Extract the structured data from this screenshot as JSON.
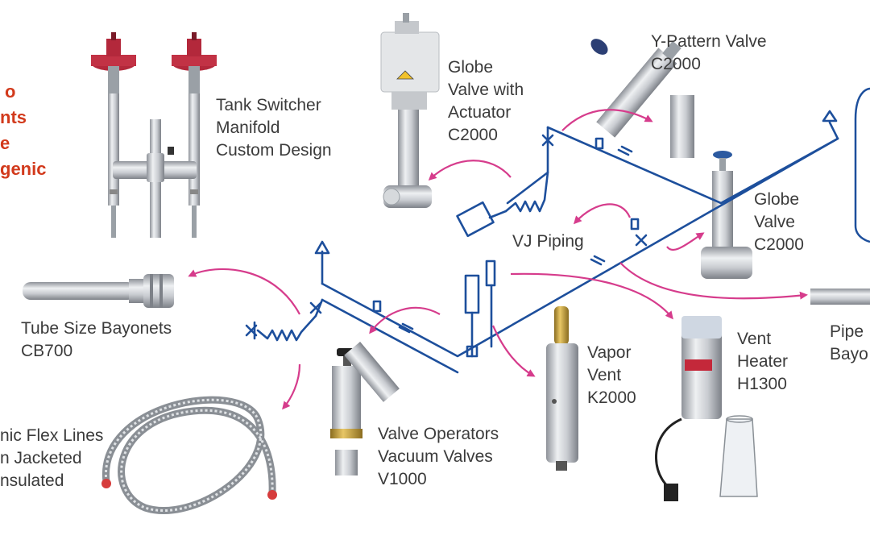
{
  "colors": {
    "piping": "#1d4f9c",
    "arrow": "#d63c8c",
    "heading_red": "#d23a1c",
    "steel": "#c9ccd1",
    "valve_red": "#b3283b",
    "label": "#3b3b3b"
  },
  "heading_fragment": [
    "o",
    "nts",
    "e",
    "genic"
  ],
  "labels": {
    "tank_switcher": [
      "Tank Switcher",
      "Manifold",
      "Custom Design"
    ],
    "globe_actuator": [
      "Globe",
      "Valve with",
      "Actuator",
      "C2000"
    ],
    "y_pattern": [
      "Y-Pattern Valve",
      "C2000"
    ],
    "globe_valve": [
      "Globe",
      "Valve",
      "C2000"
    ],
    "vj_piping": [
      "VJ Piping"
    ],
    "tube_bayonets": [
      "Tube Size Bayonets",
      "CB700"
    ],
    "pipe_bayonets": [
      "Pipe",
      "Bayo"
    ],
    "vapor_vent": [
      "Vapor",
      "Vent",
      "K2000"
    ],
    "vent_heater": [
      "Vent",
      "Heater",
      "H1300"
    ],
    "valve_operators": [
      "Valve Operators",
      "Vacuum Valves",
      "V1000"
    ],
    "flex_lines": [
      "nic Flex Lines",
      "n Jacketed",
      "nsulated"
    ]
  },
  "icons": [
    "tank-switcher-icon",
    "globe-actuator-valve-icon",
    "y-pattern-valve-icon",
    "globe-valve-icon",
    "tube-bayonet-icon",
    "pipe-bayonet-icon",
    "vapor-vent-icon",
    "vent-heater-icon",
    "valve-operator-icon",
    "flex-line-icon",
    "storage-tank-icon"
  ]
}
